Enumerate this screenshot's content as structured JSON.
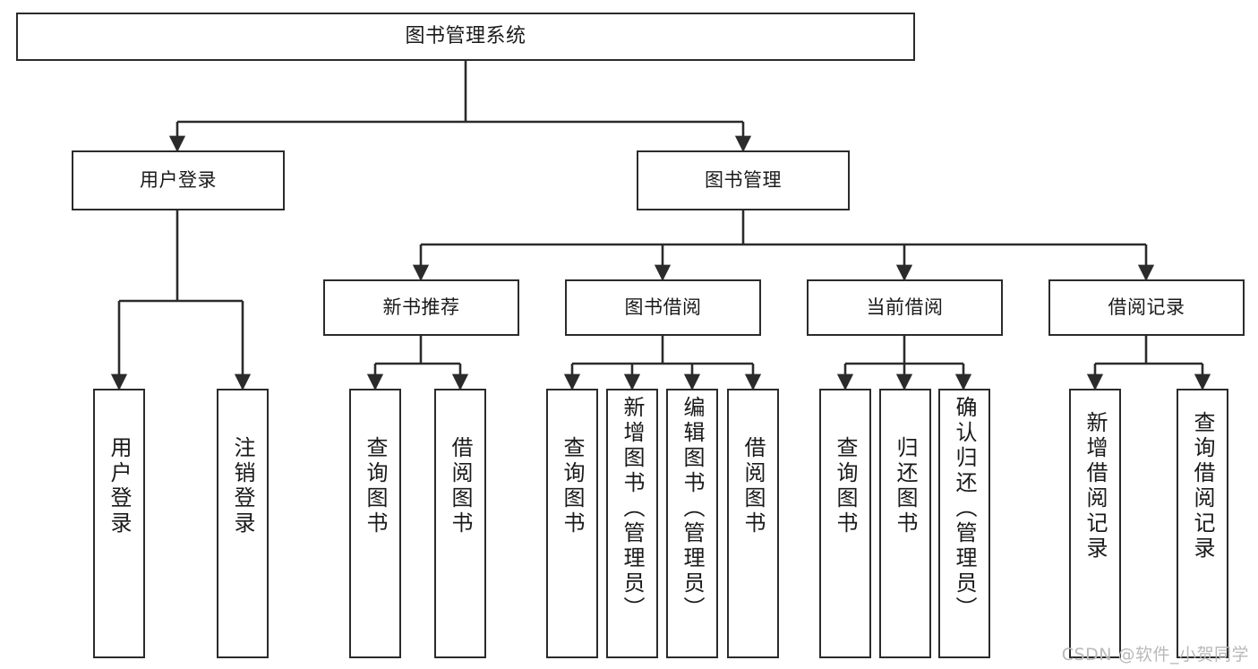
{
  "diagram": {
    "title": "图书管理系统",
    "type": "hierarchy-tree",
    "root": {
      "label": "图书管理系统"
    },
    "level1": [
      {
        "label": "用户登录"
      },
      {
        "label": "图书管理"
      }
    ],
    "level2": [
      {
        "label": "新书推荐"
      },
      {
        "label": "图书借阅"
      },
      {
        "label": "当前借阅"
      },
      {
        "label": "借阅记录"
      }
    ],
    "leaves": {
      "user_login": [
        {
          "label": "用户登录"
        },
        {
          "label": "注销登录"
        }
      ],
      "new_book_recommend": [
        {
          "label": "查询图书"
        },
        {
          "label": "借阅图书"
        }
      ],
      "book_borrow": [
        {
          "label": "查询图书"
        },
        {
          "label": "新增图书（管理员）"
        },
        {
          "label": "编辑图书（管理员）"
        },
        {
          "label": "借阅图书"
        }
      ],
      "current_borrow": [
        {
          "label": "查询图书"
        },
        {
          "label": "归还图书"
        },
        {
          "label": "确认归还（管理员）"
        }
      ],
      "borrow_record": [
        {
          "label": "新增借阅记录"
        },
        {
          "label": "查询借阅记录"
        }
      ]
    }
  },
  "watermark": {
    "text": "CSDN @软件_小贺同学"
  },
  "colors": {
    "stroke": "#2b2b2b",
    "text": "#1a1a1a",
    "background": "#ffffff",
    "watermark": "#b9b9b9"
  }
}
